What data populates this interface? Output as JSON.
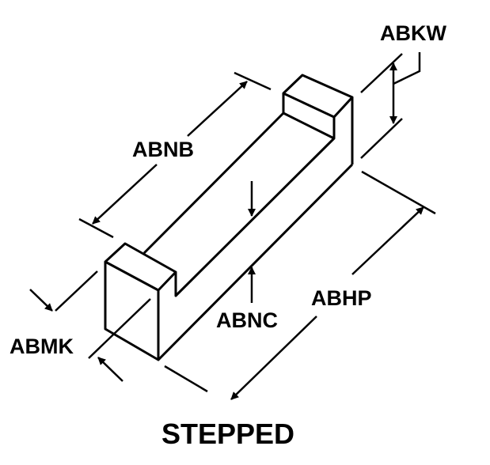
{
  "labels": {
    "abkw": "ABKW",
    "abnb": "ABNB",
    "abnc": "ABNC",
    "abhp": "ABHP",
    "abmk": "ABMK"
  },
  "title": "STEPPED",
  "colors": {
    "line": "#000000",
    "background": "#ffffff"
  }
}
